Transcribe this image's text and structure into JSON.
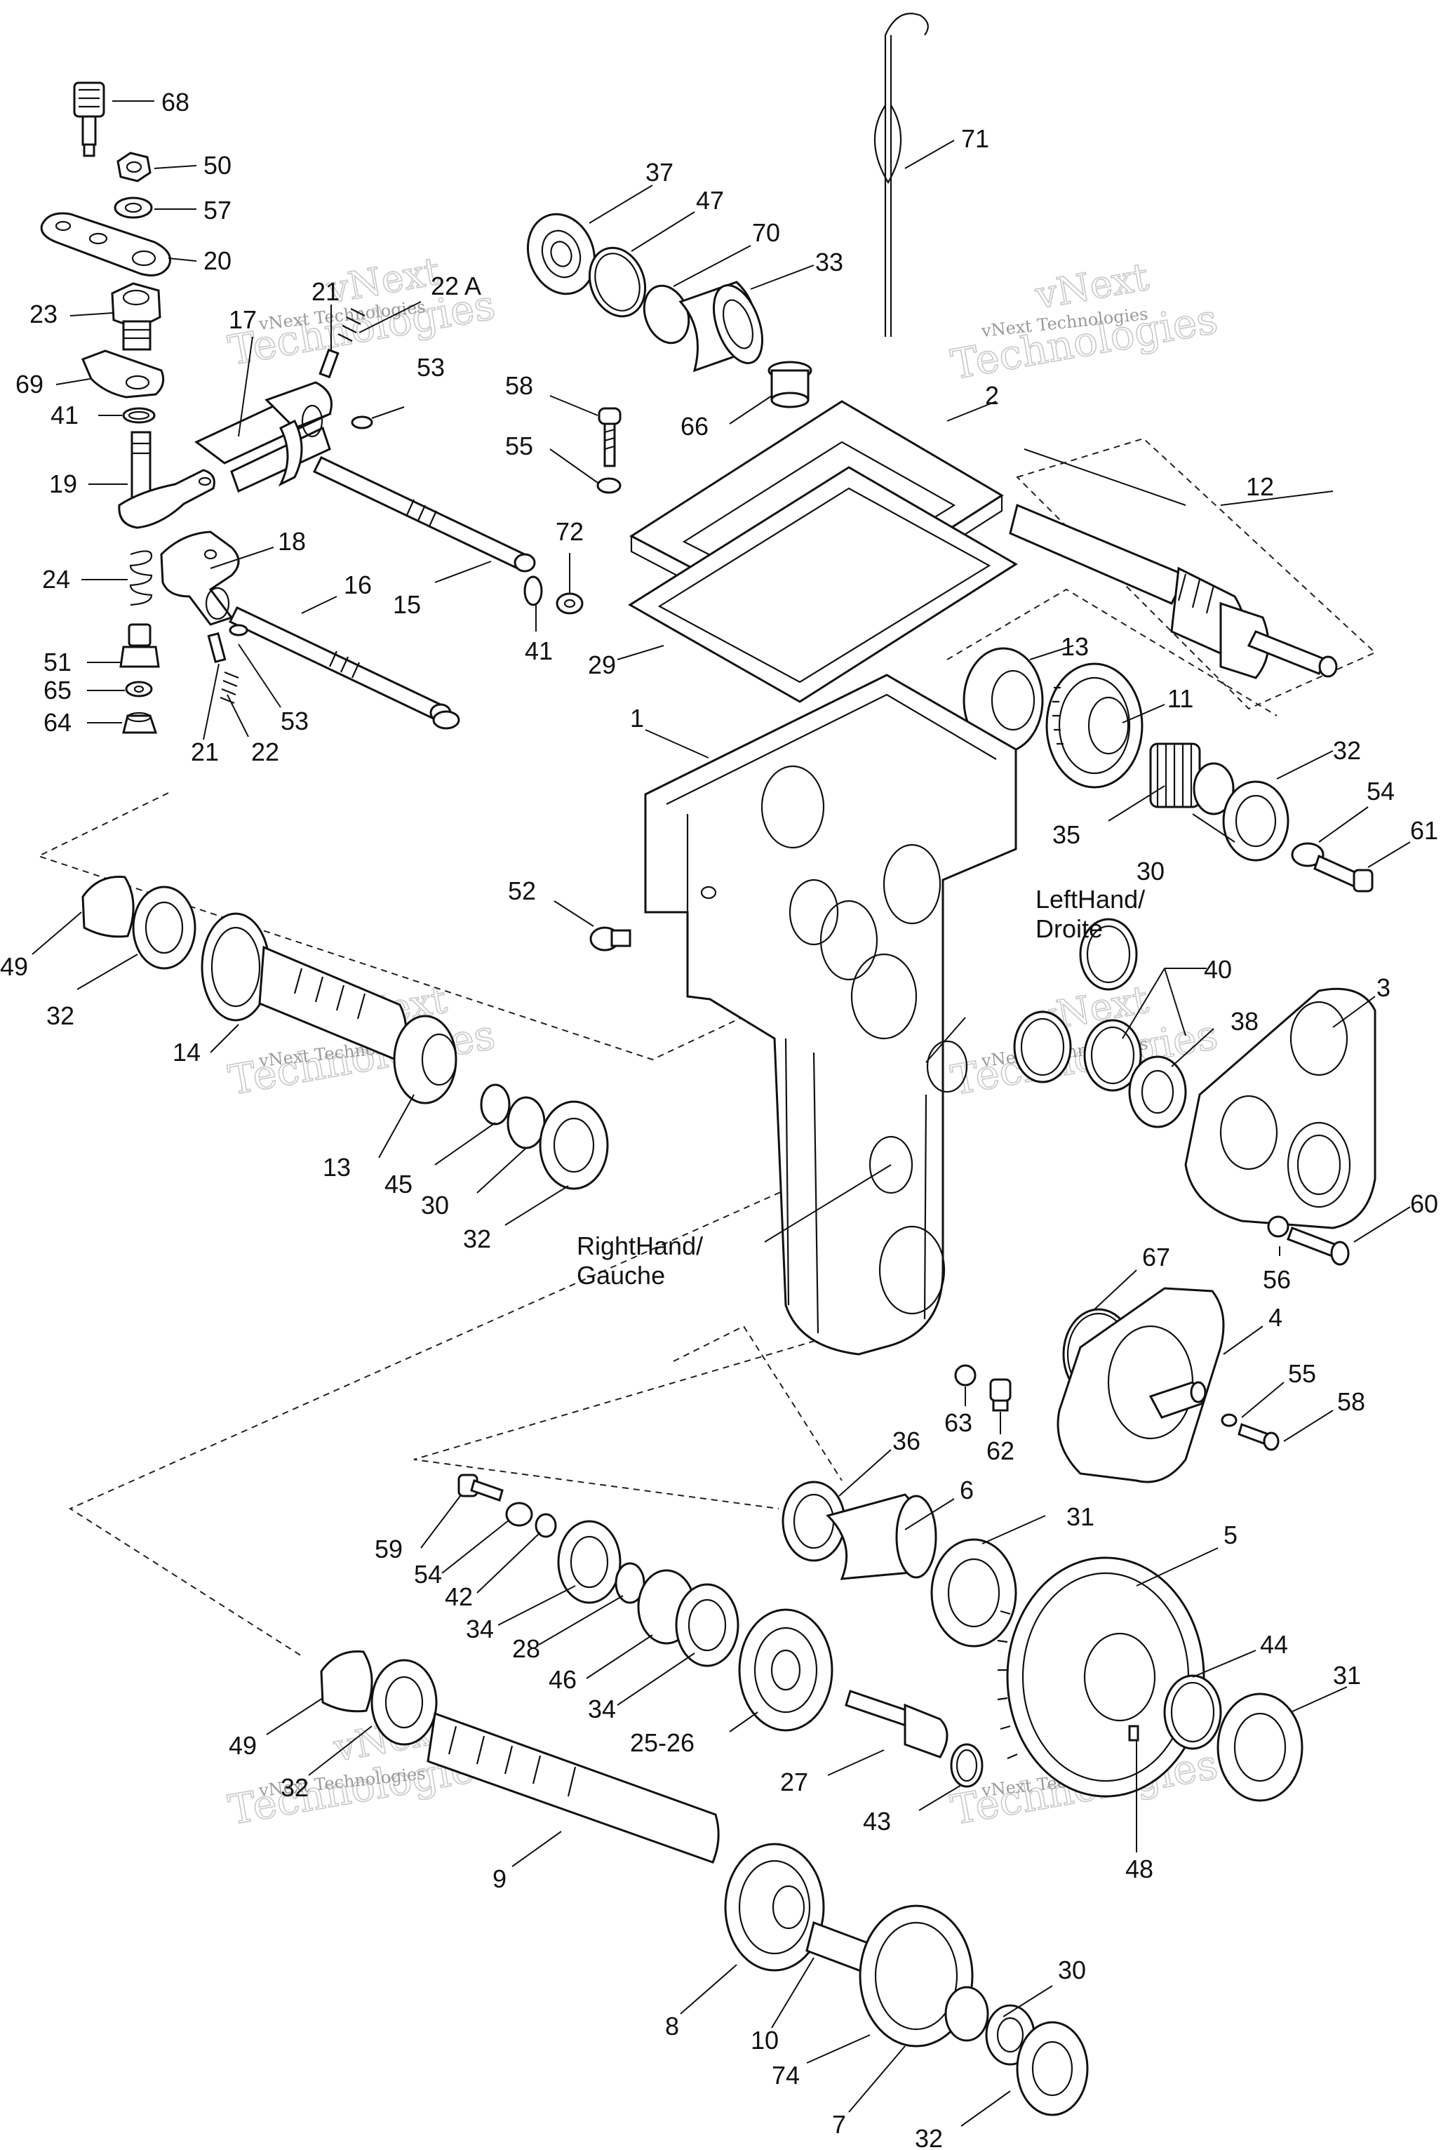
{
  "callouts": [
    {
      "text": "68"
    },
    {
      "text": "50"
    },
    {
      "text": "57"
    },
    {
      "text": "20"
    },
    {
      "text": "23"
    },
    {
      "text": "69"
    },
    {
      "text": "41"
    },
    {
      "text": "19"
    },
    {
      "text": "24"
    },
    {
      "text": "51"
    },
    {
      "text": "65"
    },
    {
      "text": "64"
    },
    {
      "text": "21"
    },
    {
      "text": "22 A"
    },
    {
      "text": "17"
    },
    {
      "text": "53"
    },
    {
      "text": "18"
    },
    {
      "text": "16"
    },
    {
      "text": "15"
    },
    {
      "text": "41"
    },
    {
      "text": "72"
    },
    {
      "text": "53"
    },
    {
      "text": "22"
    },
    {
      "text": "21"
    },
    {
      "text": "37"
    },
    {
      "text": "47"
    },
    {
      "text": "70"
    },
    {
      "text": "33"
    },
    {
      "text": "71"
    },
    {
      "text": "58"
    },
    {
      "text": "55"
    },
    {
      "text": "66"
    },
    {
      "text": "2"
    },
    {
      "text": "12"
    },
    {
      "text": "29"
    },
    {
      "text": "13"
    },
    {
      "text": "1"
    },
    {
      "text": "11"
    },
    {
      "text": "32"
    },
    {
      "text": "54"
    },
    {
      "text": "61"
    },
    {
      "text": "35"
    },
    {
      "text": "30"
    },
    {
      "text": "52"
    },
    {
      "text": "49"
    },
    {
      "text": "32"
    },
    {
      "text": "14"
    },
    {
      "text": "40"
    },
    {
      "text": "38"
    },
    {
      "text": "3"
    },
    {
      "text": "13"
    },
    {
      "text": "45"
    },
    {
      "text": "30"
    },
    {
      "text": "32"
    },
    {
      "text": "60"
    },
    {
      "text": "56"
    },
    {
      "text": "67"
    },
    {
      "text": "4"
    },
    {
      "text": "55"
    },
    {
      "text": "58"
    },
    {
      "text": "63"
    },
    {
      "text": "62"
    },
    {
      "text": "36"
    },
    {
      "text": "6"
    },
    {
      "text": "59"
    },
    {
      "text": "54"
    },
    {
      "text": "42"
    },
    {
      "text": "34"
    },
    {
      "text": "28"
    },
    {
      "text": "46"
    },
    {
      "text": "31"
    },
    {
      "text": "5"
    },
    {
      "text": "34"
    },
    {
      "text": "25-26"
    },
    {
      "text": "44"
    },
    {
      "text": "31"
    },
    {
      "text": "49"
    },
    {
      "text": "32"
    },
    {
      "text": "27"
    },
    {
      "text": "43"
    },
    {
      "text": "48"
    },
    {
      "text": "9"
    },
    {
      "text": "8"
    },
    {
      "text": "10"
    },
    {
      "text": "30"
    },
    {
      "text": "74"
    },
    {
      "text": "7"
    },
    {
      "text": "32"
    }
  ],
  "labels": {
    "left_hand_1": "LeftHand/",
    "left_hand_2": "Droite",
    "right_hand_1": "RightHand/",
    "right_hand_2": "Gauche"
  },
  "watermark": {
    "brand": "vNext",
    "company": "Technologies",
    "full": "vNext Technologies"
  }
}
